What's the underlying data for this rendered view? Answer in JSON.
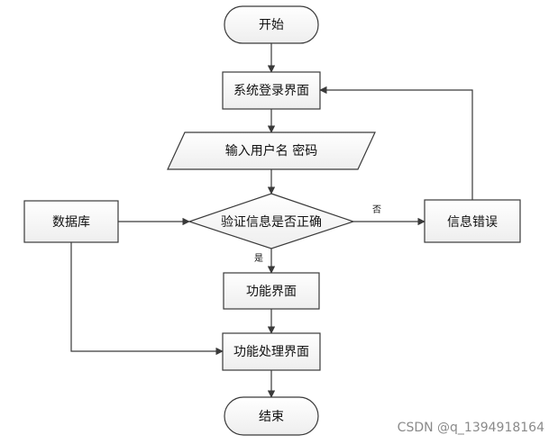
{
  "nodes": {
    "start": "开始",
    "login": "系统登录界面",
    "input": "输入用户名 密码",
    "verify": "验证信息是否正确",
    "database": "数据库",
    "error": "信息错误",
    "function": "功能界面",
    "process": "功能处理界面",
    "end": "结束"
  },
  "edges": {
    "no": "否",
    "yes": "是"
  },
  "watermark": "CSDN @q_1394918164"
}
